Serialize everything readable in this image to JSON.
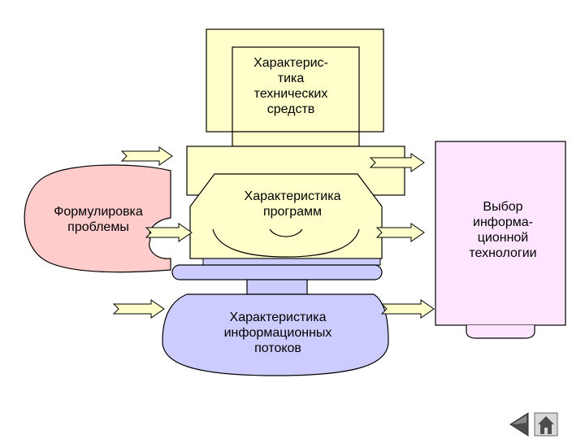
{
  "diagram": {
    "nodes": {
      "tech": {
        "label": "Характерис-\nтика\nтехнических\nсредств"
      },
      "programs": {
        "label": "Характеристика\nпрограмм"
      },
      "problem": {
        "label": "Формулировка\nпроблемы"
      },
      "flows": {
        "label": "Характеристика\nинформационных\nпотоков"
      },
      "choice": {
        "label": "Выбор\nинформа-\nционной\nтехнологии"
      }
    },
    "colors": {
      "monitor": "#ffffcc",
      "problem": "#ffcccc",
      "flows": "#ccccff",
      "choice": "#ffe5ff",
      "outline": "#000000",
      "nav_arrow": "#4d4d4d"
    }
  },
  "navigation": {
    "back_icon": "back-arrow-icon",
    "home_icon": "home-icon"
  }
}
